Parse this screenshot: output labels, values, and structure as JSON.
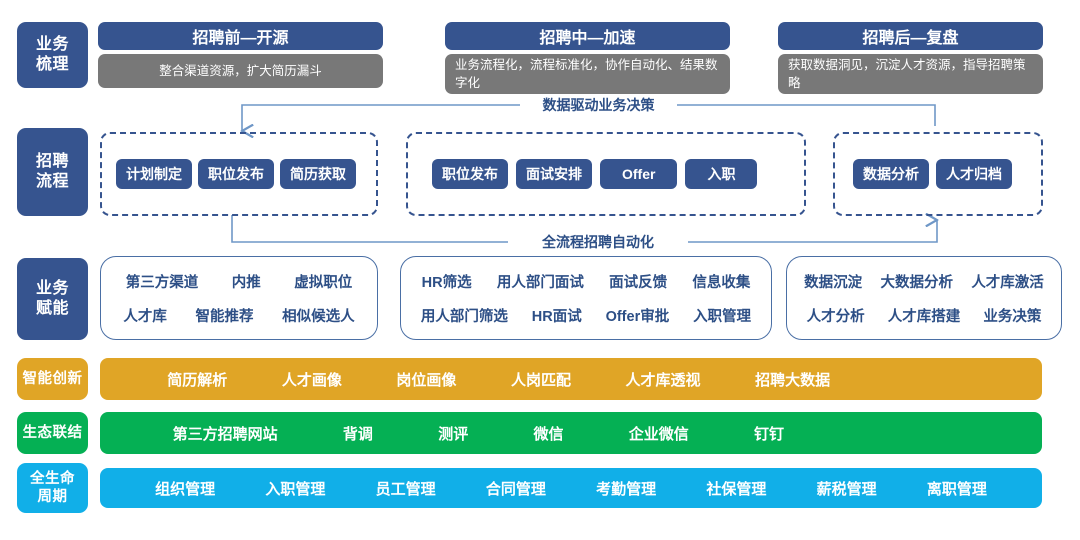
{
  "rows": {
    "business_review": {
      "line1": "业务",
      "line2": "梳理"
    },
    "recruit_process": {
      "line1": "招聘",
      "line2": "流程"
    },
    "business_enable": {
      "line1": "业务",
      "line2": "赋能"
    },
    "smart_innovation": {
      "line1": "智能创新"
    },
    "eco_connect": {
      "line1": "生态联结"
    },
    "full_lifecycle": {
      "line1": "全生命",
      "line2": "周期"
    }
  },
  "stages": [
    {
      "title": "招聘前—开源",
      "subtitle": "整合渠道资源，扩大简历漏斗"
    },
    {
      "title": "招聘中—加速",
      "subtitle": "业务流程化，流程标准化，协作自动化、结果数字化"
    },
    {
      "title": "招聘后—复盘",
      "subtitle": "获取数据洞见，沉淀人才资源，指导招聘策略"
    }
  ],
  "process_groups": [
    {
      "chips": [
        "计划制定",
        "职位发布",
        "简历获取"
      ]
    },
    {
      "chips": [
        "职位发布",
        "面试安排",
        "Offer",
        "入职"
      ]
    },
    {
      "chips": [
        "数据分析",
        "人才归档"
      ]
    }
  ],
  "connectors": {
    "top": "数据驱动业务决策",
    "bottom": "全流程招聘自动化"
  },
  "capabilities": [
    {
      "row1": [
        "第三方渠道",
        "内推",
        "虚拟职位"
      ],
      "row2": [
        "人才库",
        "智能推荐",
        "相似候选人"
      ]
    },
    {
      "row1": [
        "HR筛选",
        "用人部门面试",
        "面试反馈",
        "信息收集"
      ],
      "row2": [
        "用人部门筛选",
        "HR面试",
        "Offer审批",
        "入职管理"
      ]
    },
    {
      "row1": [
        "数据沉淀",
        "大数据分析",
        "人才库激活"
      ],
      "row2": [
        "人才分析",
        "人才库搭建",
        "业务决策"
      ]
    }
  ],
  "bars": {
    "smart_innovation": [
      "简历解析",
      "人才画像",
      "岗位画像",
      "人岗匹配",
      "人才库透视",
      "招聘大数据"
    ],
    "eco_connect": [
      "第三方招聘网站",
      "背调",
      "测评",
      "微信",
      "企业微信",
      "钉钉"
    ],
    "full_lifecycle": [
      "组织管理",
      "入职管理",
      "员工管理",
      "合同管理",
      "考勤管理",
      "社保管理",
      "薪税管理",
      "离职管理"
    ]
  },
  "colors": {
    "dark_blue": "#36548f",
    "gray": "#787878",
    "orange": "#E0A526",
    "green": "#05B054",
    "cyan": "#11AFE8",
    "line_blue": "#6F97C7",
    "text_blue": "#2d4f86"
  }
}
